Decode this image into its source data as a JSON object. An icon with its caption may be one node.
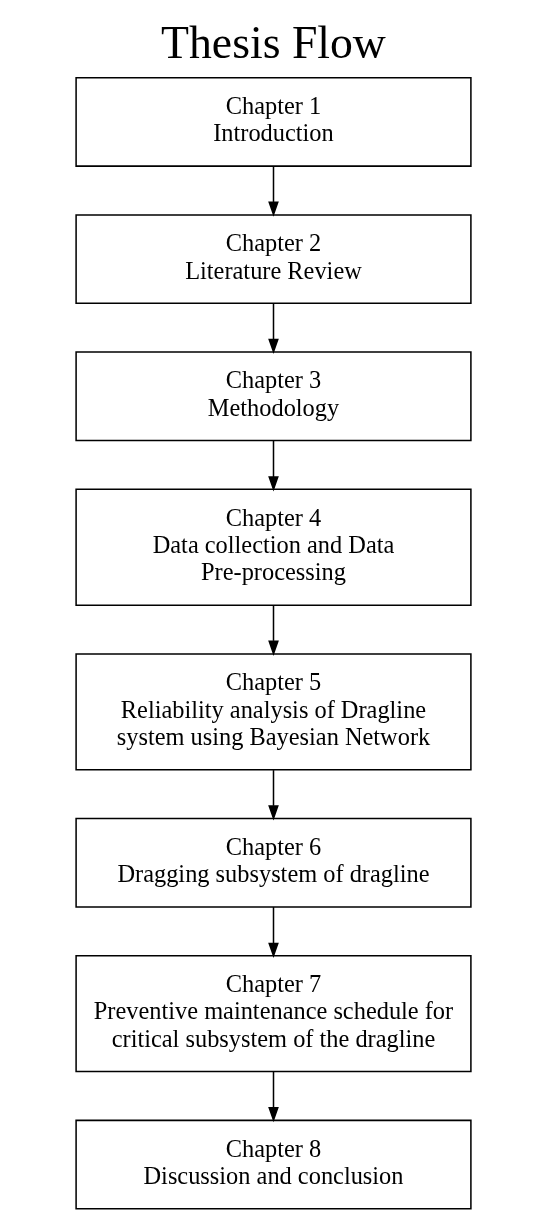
{
  "diagram": {
    "title": "Thesis Flow",
    "nodes": [
      {
        "text": [
          "Chapter 1",
          "Introduction"
        ]
      },
      {
        "text": [
          "Chapter 2",
          "Literature Review"
        ]
      },
      {
        "text": [
          "Chapter 3",
          "Methodology"
        ]
      },
      {
        "text": [
          "Chapter 4",
          "Data collection and Data Pre-processing"
        ]
      },
      {
        "text": [
          "Chapter 5",
          "Reliability analysis of Dragline system using Bayesian Network"
        ]
      },
      {
        "text": [
          "Chapter 6",
          "Dragging subsystem of dragline"
        ]
      },
      {
        "text": [
          "Chapter 7",
          "Preventive maintenance schedule for critical subsystem of the dragline"
        ]
      },
      {
        "text": [
          "Chapter 8",
          "Discussion and conclusion"
        ]
      }
    ],
    "edges": [
      {
        "from": 0,
        "to": 1,
        "arrow": "to"
      },
      {
        "from": 1,
        "to": 2,
        "arrow": "to"
      },
      {
        "from": 2,
        "to": 3,
        "arrow": "to"
      },
      {
        "from": 3,
        "to": 4,
        "arrow": "to"
      },
      {
        "from": 4,
        "to": 5,
        "arrow": "to"
      },
      {
        "from": 5,
        "to": 6,
        "arrow": "to"
      },
      {
        "from": 6,
        "to": 7,
        "arrow": "to"
      }
    ]
  }
}
